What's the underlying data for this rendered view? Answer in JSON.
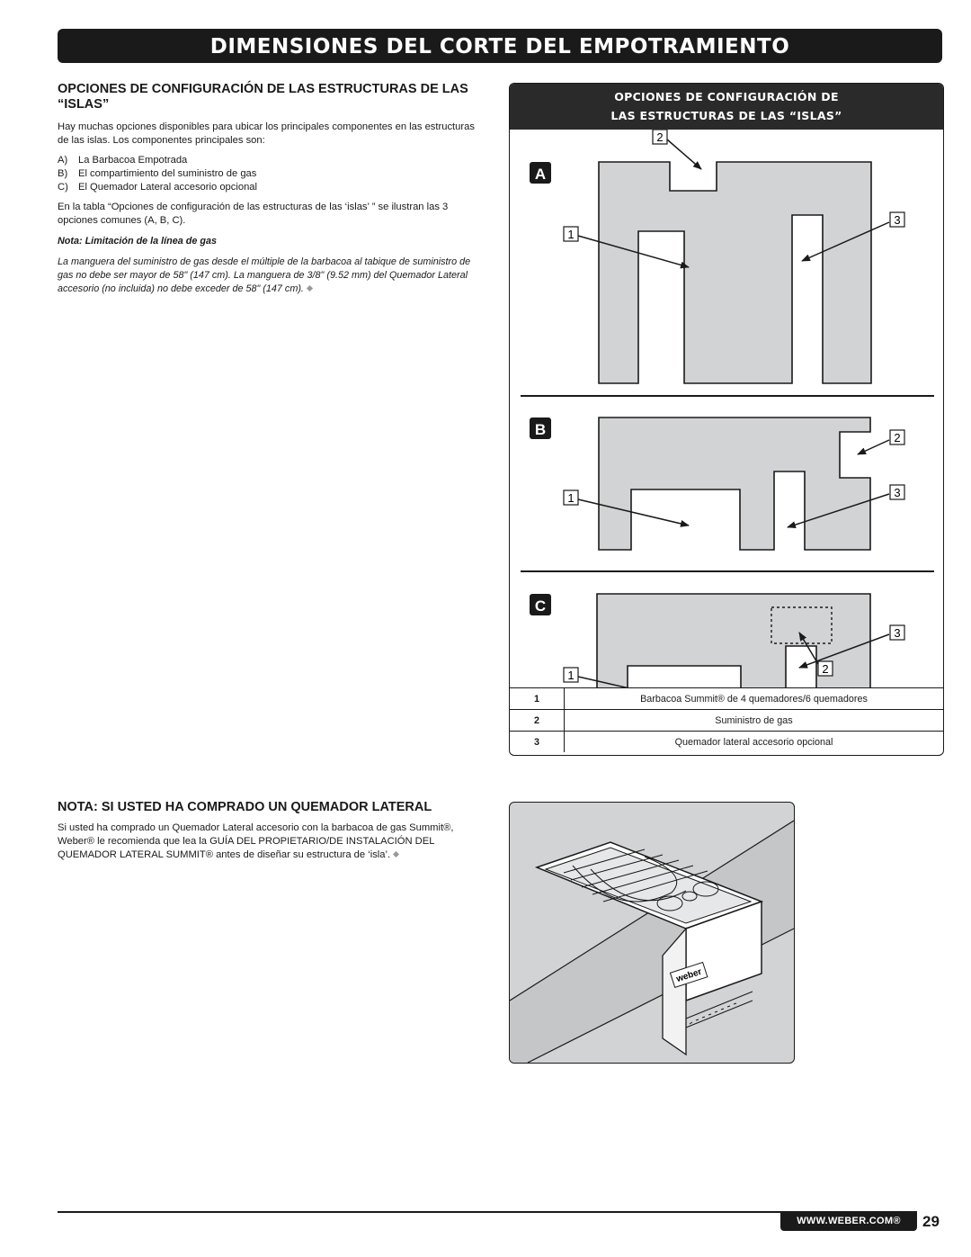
{
  "banner": {
    "title": "DIMENSIONES DEL CORTE DEL EMPOTRAMIENTO"
  },
  "section1": {
    "heading": "OPCIONES DE CONFIGURACIÓN DE LAS ESTRUCTURAS DE LAS “ISLAS”",
    "intro": "Hay muchas opciones disponibles para ubicar los principales componentes en las estructuras de las islas. Los componentes principales son:",
    "items": [
      {
        "key": "A)",
        "text": "La Barbacoa Empotrada"
      },
      {
        "key": "B)",
        "text": "El compartimiento del suministro de gas"
      },
      {
        "key": "C)",
        "text": "El Quemador Lateral accesorio opcional"
      }
    ],
    "para2": "En la tabla “Opciones de configuración de las estructuras de las ‘islas’ ” se ilustran las 3 opciones comunes (A, B, C).",
    "note_title": "Nota: Limitación de la línea de gas",
    "note_body": "La manguera del suministro de gas desde el múltiple de la barbacoa al tabique de suministro de gas no debe ser mayor de 58\" (147 cm). La manguera de 3/8\" (9.52 mm) del Quemador Lateral accesorio (no incluida) no debe exceder de 58\" (147 cm)."
  },
  "panel": {
    "title_line1": "OPCIONES DE CONFIGURACIÓN DE",
    "title_line2": "LAS ESTRUCTURAS DE LAS “ISLAS”",
    "options": [
      "A",
      "B",
      "C"
    ],
    "callouts": [
      "1",
      "2",
      "3"
    ],
    "legend": [
      {
        "num": "1",
        "desc": "Barbacoa Summit® de 4 quemadores/6 quemadores"
      },
      {
        "num": "2",
        "desc": "Suministro de gas"
      },
      {
        "num": "3",
        "desc": "Quemador lateral accesorio opcional"
      }
    ],
    "colors": {
      "fill": "#d1d3d4",
      "stroke": "#1a1a1a"
    }
  },
  "section2": {
    "heading": "NOTA: SI USTED HA COMPRADO UN QUEMADOR LATERAL",
    "body": "Si usted ha comprado un Quemador Lateral accesorio con la barbacoa de gas Summit®, Weber® le recomienda que lea la GUÍA DEL PROPIETARIO/DE INSTALACIÓN DEL QUEMADOR LATERAL SUMMIT® antes de diseñar su estructura de ‘isla’.",
    "illustration_brand": "weber"
  },
  "footer": {
    "site": "WWW.WEBER.COM®",
    "page": "29"
  }
}
